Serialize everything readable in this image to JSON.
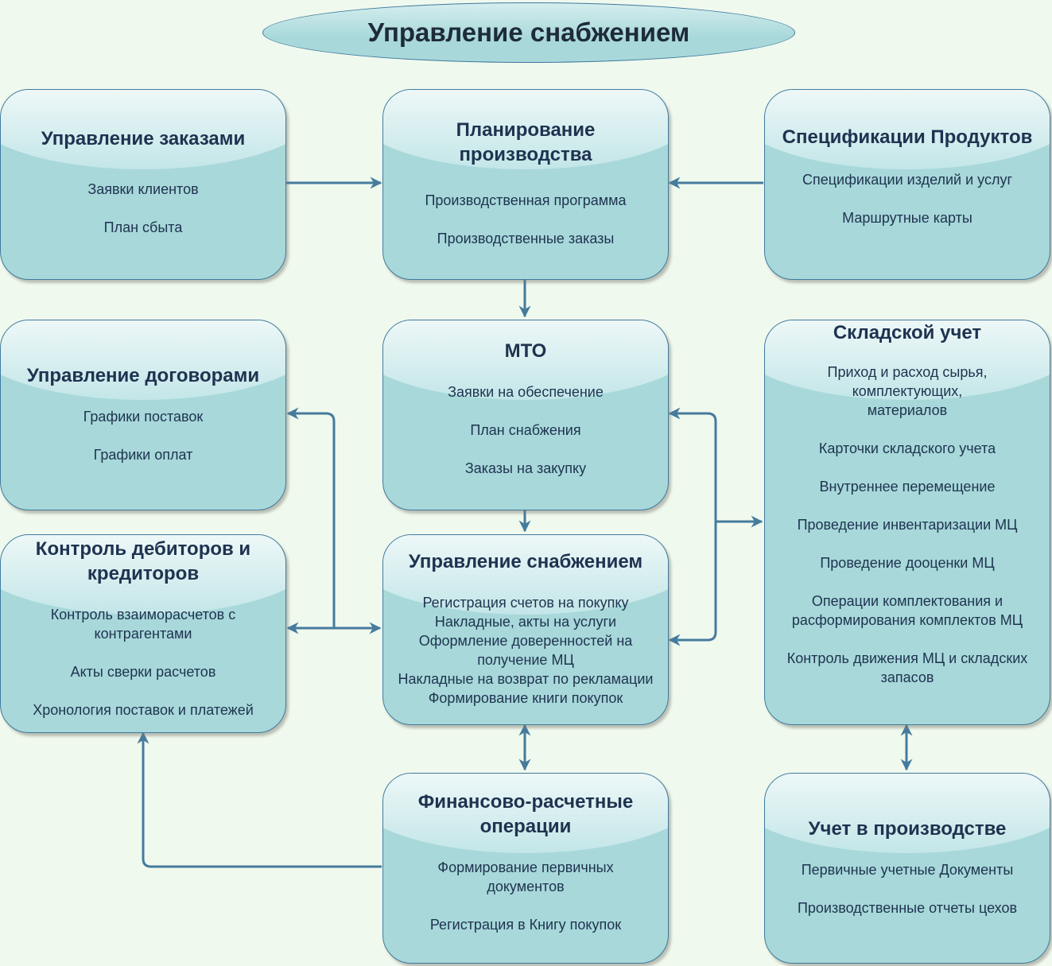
{
  "title": "Управление снабжением",
  "boxes": [
    {
      "title": "Управление заказами",
      "items": [
        "Заявки клиентов",
        "План сбыта"
      ]
    },
    {
      "title": "Планирование\nпроизводства",
      "items": [
        "Производственная программа",
        "Производственные заказы"
      ]
    },
    {
      "title": "Спецификации Продуктов",
      "items": [
        "Спецификации изделий и услуг",
        "Маршрутные карты"
      ]
    },
    {
      "title": "Управление договорами",
      "items": [
        "Графики поставок",
        "Графики оплат"
      ]
    },
    {
      "title": "МТО",
      "items": [
        "Заявки на обеспечение",
        "План снабжения",
        "Заказы на закупку"
      ]
    },
    {
      "title": "Складской учет",
      "items": [
        "Приход и расход сырья,\nкомплектующих,\nматериалов",
        "Карточки складского учета",
        "Внутреннее перемещение",
        "Проведение инвентаризации МЦ",
        "Проведение дооценки МЦ",
        "Операции комплектования и\nрасформирования комплектов МЦ",
        "Контроль движения МЦ и складских\nзапасов"
      ]
    },
    {
      "title": "Контроль дебиторов и\nкредиторов",
      "items": [
        "Контроль взаиморасчетов с\nконтрагентами",
        "Акты сверки расчетов",
        "Хронология поставок и платежей"
      ]
    },
    {
      "title": "Управление снабжением",
      "items": [
        "Регистрация счетов на покупку",
        "Накладные, акты на услуги",
        "Оформление доверенностей на\nполучение МЦ",
        "Накладные на возврат по рекламации",
        "Формирование книги покупок"
      ]
    },
    {
      "title": "Финансово-расчетные\nоперации",
      "items": [
        "Формирование первичных\nдокументов",
        "Регистрация в Книгу покупок"
      ]
    },
    {
      "title": "Учет в производстве",
      "items": [
        "Первичные учетные Документы",
        "Производственные отчеты цехов"
      ]
    }
  ],
  "colors": {
    "background": "#f0f9ee",
    "box": "#a8d8da",
    "stroke": "#3f7a9e",
    "arrow": "#457b9d"
  }
}
